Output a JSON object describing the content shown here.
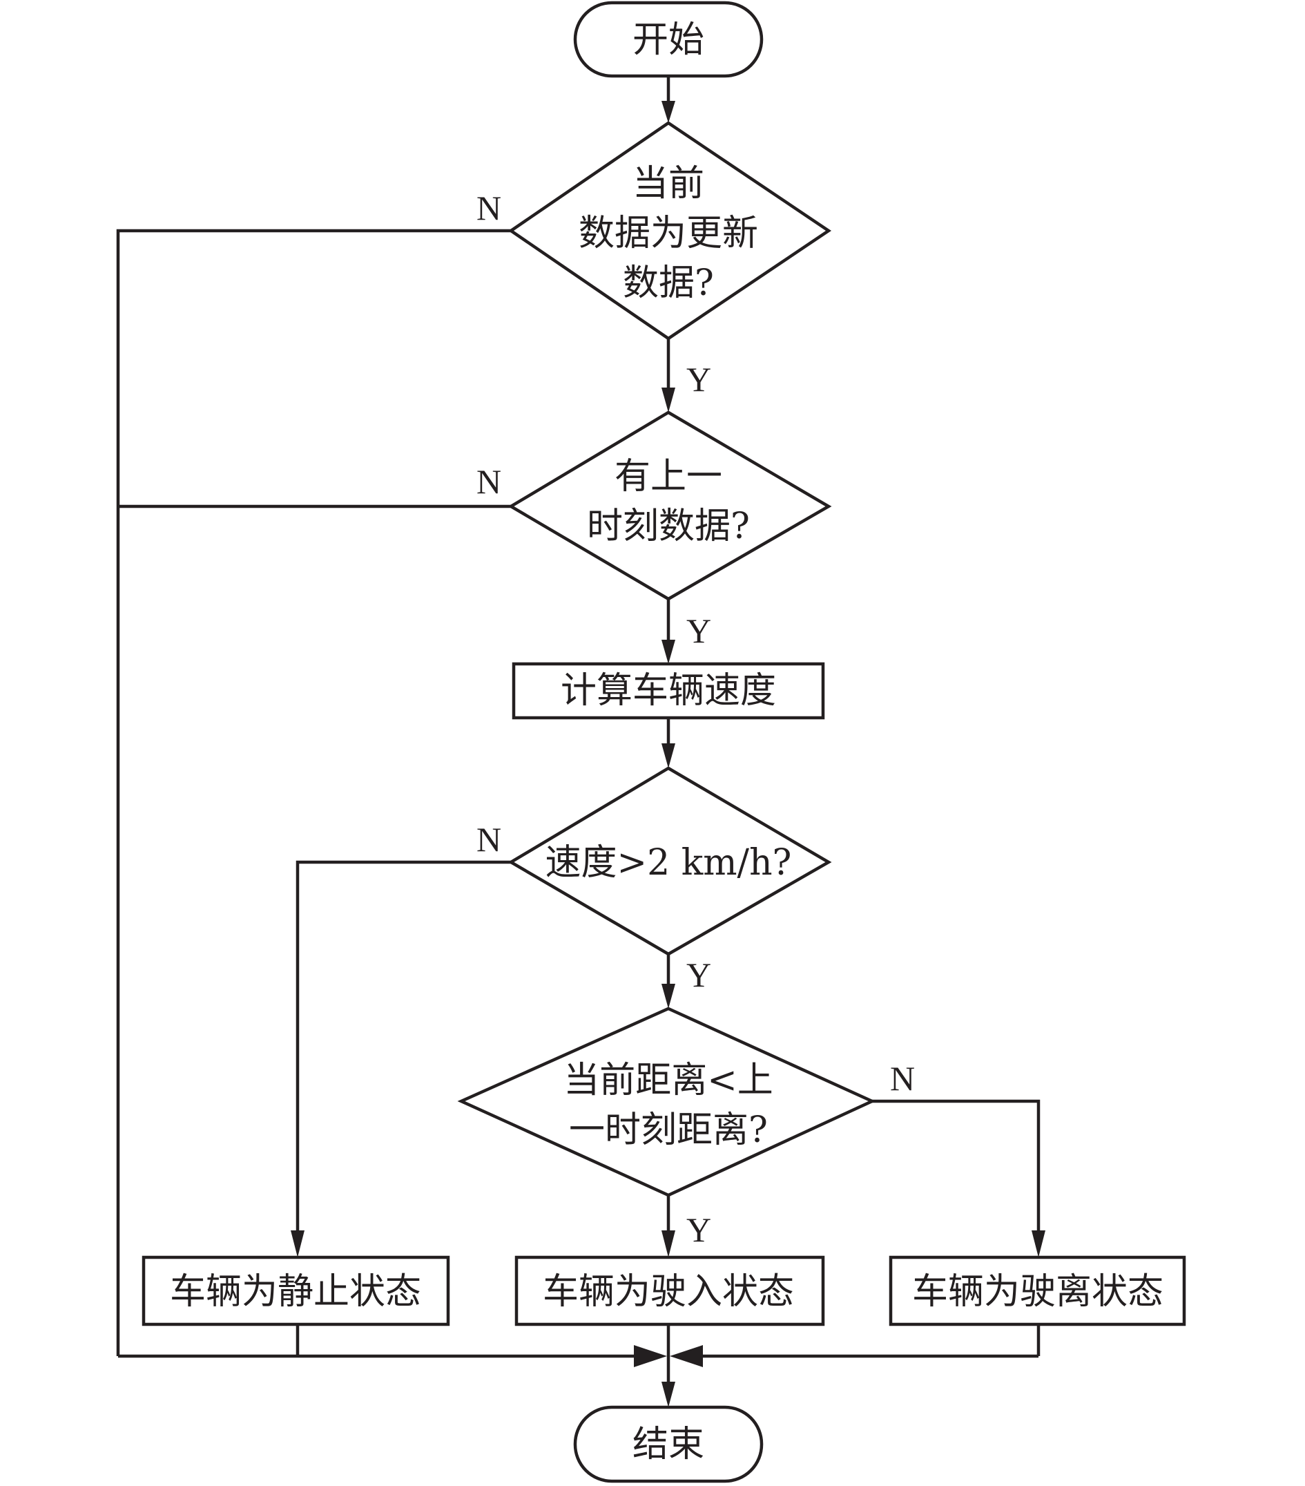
{
  "diagram": {
    "type": "flowchart",
    "line_color": "#231f20",
    "start": {
      "label": "开始"
    },
    "end": {
      "label": "结束"
    },
    "decisions": [
      {
        "id": "d1",
        "lines": [
          "当前",
          "数据为更新",
          "数据?"
        ],
        "yes": "Y",
        "no": "N"
      },
      {
        "id": "d2",
        "lines": [
          "有上一",
          "时刻数据?"
        ],
        "yes": "Y",
        "no": "N"
      },
      {
        "id": "d3",
        "lines": [
          "速度>2 km/h?"
        ],
        "yes": "Y",
        "no": "N"
      },
      {
        "id": "d4",
        "lines": [
          "当前距离<上",
          "一时刻距离?"
        ],
        "yes": "Y",
        "no": "N"
      }
    ],
    "processes": [
      {
        "id": "p1",
        "label": "计算车辆速度"
      },
      {
        "id": "p2",
        "label": "车辆为静止状态"
      },
      {
        "id": "p3",
        "label": "车辆为驶入状态"
      },
      {
        "id": "p4",
        "label": "车辆为驶离状态"
      }
    ],
    "edges": [
      {
        "from": "start",
        "to": "d1"
      },
      {
        "from": "d1",
        "to": "d2",
        "label": "Y"
      },
      {
        "from": "d1",
        "to": "end",
        "label": "N"
      },
      {
        "from": "d2",
        "to": "p1",
        "label": "Y"
      },
      {
        "from": "d2",
        "to": "end",
        "label": "N"
      },
      {
        "from": "p1",
        "to": "d3"
      },
      {
        "from": "d3",
        "to": "d4",
        "label": "Y"
      },
      {
        "from": "d3",
        "to": "p2",
        "label": "N"
      },
      {
        "from": "d4",
        "to": "p3",
        "label": "Y"
      },
      {
        "from": "d4",
        "to": "p4",
        "label": "N"
      },
      {
        "from": "p2",
        "to": "end"
      },
      {
        "from": "p3",
        "to": "end"
      },
      {
        "from": "p4",
        "to": "end"
      }
    ]
  }
}
